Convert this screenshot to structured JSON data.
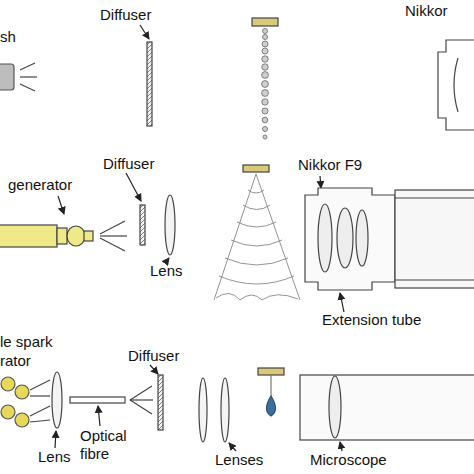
{
  "diagram": {
    "labels": [
      "sh",
      "Diffuser",
      "Nikkor",
      "generator",
      "Diffuser",
      "Lens",
      "Nikkor F9",
      "Extension tube",
      "le spark",
      "rator",
      "Diffuser",
      "Lens",
      "Optical fibre",
      "Lenses",
      "Microscope"
    ]
  }
}
